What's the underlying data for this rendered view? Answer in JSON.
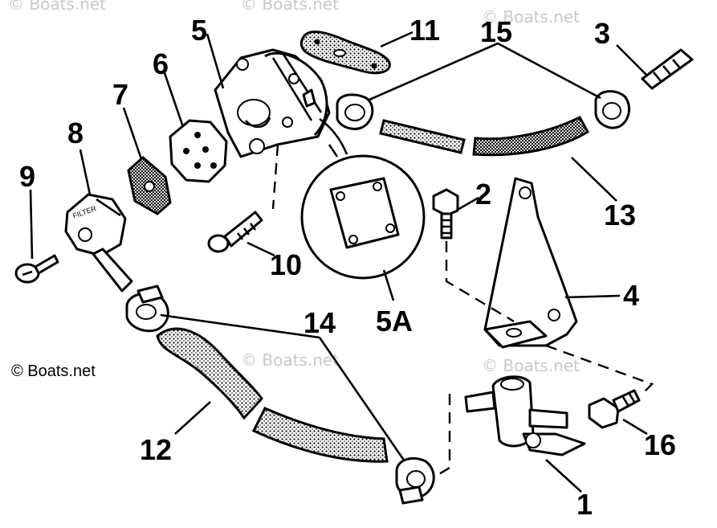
{
  "watermark": "© Boats.net",
  "credit": "© Boats.net",
  "callouts": {
    "c1": "1",
    "c2": "2",
    "c3": "3",
    "c4": "4",
    "c5": "5",
    "c5a": "5A",
    "c6": "6",
    "c7": "7",
    "c8": "8",
    "c9": "9",
    "c10": "10",
    "c11": "11",
    "c12": "12",
    "c13": "13",
    "c14": "14",
    "c15": "15",
    "c16": "16"
  },
  "valve_text": "FILTER"
}
